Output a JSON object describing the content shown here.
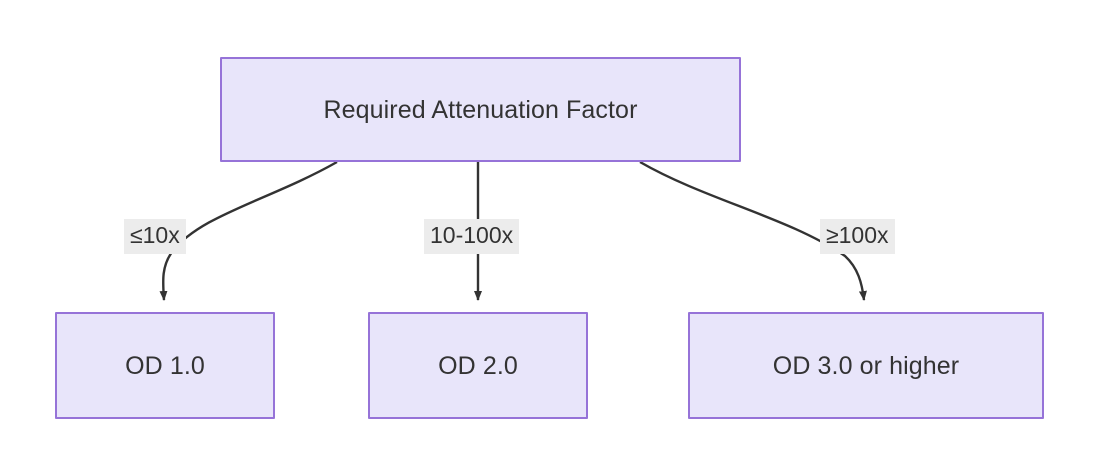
{
  "diagram": {
    "type": "flowchart",
    "orientation": "top-down",
    "title_text": "Required Attenuation Factor",
    "background_color": "#ffffff",
    "node_fill_color": "#e8e5fa",
    "node_border_color": "#9673d8",
    "edge_color": "#333333",
    "edge_label_background": "#ececec",
    "text_color": "#333333",
    "nodes": [
      {
        "id": "root",
        "label": "Required Attenuation Factor"
      },
      {
        "id": "od1",
        "label": "OD 1.0"
      },
      {
        "id": "od2",
        "label": "OD 2.0"
      },
      {
        "id": "od3",
        "label": "OD 3.0 or higher"
      }
    ],
    "edges": [
      {
        "from": "root",
        "to": "od1",
        "label": "≤10x"
      },
      {
        "from": "root",
        "to": "od2",
        "label": "10-100x"
      },
      {
        "from": "root",
        "to": "od3",
        "label": "≥100x"
      }
    ]
  }
}
